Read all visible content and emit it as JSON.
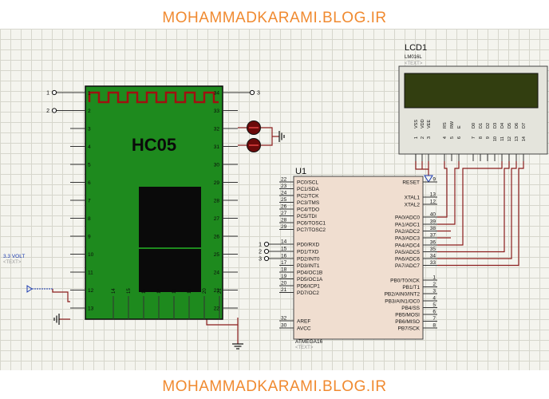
{
  "banner": {
    "top": "MOHAMMADKARAMI.BLOG.IR",
    "bottom": "MOHAMMADKARAMI.BLOG.IR"
  },
  "hc05": {
    "name": "HC05",
    "left_pins": [
      "1",
      "2",
      "3",
      "4",
      "5",
      "6",
      "7",
      "8",
      "9",
      "10",
      "11",
      "12",
      "13"
    ],
    "right_pins": [
      "34",
      "33",
      "32",
      "31",
      "30",
      "29",
      "28",
      "27",
      "26",
      "25",
      "24",
      "23",
      "22"
    ],
    "bottom_pins": [
      "14",
      "15",
      "16",
      "17",
      "18",
      "19",
      "20",
      "21"
    ],
    "terminals": [
      "1",
      "2",
      "3"
    ]
  },
  "lcd": {
    "ref": "LCD1",
    "model": "LM016L",
    "text_tag": "<TEXT>",
    "pins": [
      "VSS",
      "VDD",
      "VEE",
      "RS",
      "RW",
      "E",
      "D0",
      "D1",
      "D2",
      "D3",
      "D4",
      "D5",
      "D6",
      "D7"
    ],
    "pin_numbers": [
      "1",
      "2",
      "3",
      "4",
      "5",
      "6",
      "7",
      "8",
      "9",
      "10",
      "11",
      "12",
      "13",
      "14"
    ]
  },
  "mcu": {
    "ref": "U1",
    "model": "ATMEGA16",
    "text_tag": "<TEXT>",
    "left_pins": [
      {
        "num": "22",
        "name": "PC0/SCL"
      },
      {
        "num": "23",
        "name": "PC1/SDA"
      },
      {
        "num": "24",
        "name": "PC2/TCK"
      },
      {
        "num": "25",
        "name": "PC3/TMS"
      },
      {
        "num": "26",
        "name": "PC4/TDO"
      },
      {
        "num": "27",
        "name": "PC5/TDI"
      },
      {
        "num": "28",
        "name": "PC6/TOSC1"
      },
      {
        "num": "29",
        "name": "PC7/TOSC2"
      },
      {
        "num": "14",
        "name": "PD0/RXD"
      },
      {
        "num": "15",
        "name": "PD1/TXD"
      },
      {
        "num": "16",
        "name": "PD2/INT0"
      },
      {
        "num": "17",
        "name": "PD3/INT1"
      },
      {
        "num": "18",
        "name": "PD4/OC1B"
      },
      {
        "num": "19",
        "name": "PD5/OC1A"
      },
      {
        "num": "20",
        "name": "PD6/ICP1"
      },
      {
        "num": "21",
        "name": "PD7/OC2"
      },
      {
        "num": "32",
        "name": "AREF"
      },
      {
        "num": "30",
        "name": "AVCC"
      }
    ],
    "right_pins": [
      {
        "num": "9",
        "name": "RESET"
      },
      {
        "num": "13",
        "name": "XTAL1"
      },
      {
        "num": "12",
        "name": "XTAL2"
      },
      {
        "num": "40",
        "name": "PA0/ADC0"
      },
      {
        "num": "39",
        "name": "PA1/ADC1"
      },
      {
        "num": "38",
        "name": "PA2/ADC2"
      },
      {
        "num": "37",
        "name": "PA3/ADC3"
      },
      {
        "num": "36",
        "name": "PA4/ADC4"
      },
      {
        "num": "35",
        "name": "PA5/ADC5"
      },
      {
        "num": "34",
        "name": "PA6/ADC6"
      },
      {
        "num": "33",
        "name": "PA7/ADC7"
      },
      {
        "num": "1",
        "name": "PB0/T0/XCK"
      },
      {
        "num": "2",
        "name": "PB1/T1"
      },
      {
        "num": "3",
        "name": "PB2/AIN0/INT2"
      },
      {
        "num": "4",
        "name": "PB3/AIN1/OC0"
      },
      {
        "num": "5",
        "name": "PB4/SS"
      },
      {
        "num": "6",
        "name": "PB5/MOSI"
      },
      {
        "num": "7",
        "name": "PB6/MISO"
      },
      {
        "num": "8",
        "name": "PB7/SCK"
      }
    ],
    "terminals": [
      "1",
      "2",
      "3"
    ]
  },
  "power": {
    "label": "3.3 VOLT",
    "text_tag": "<TEXT>"
  }
}
